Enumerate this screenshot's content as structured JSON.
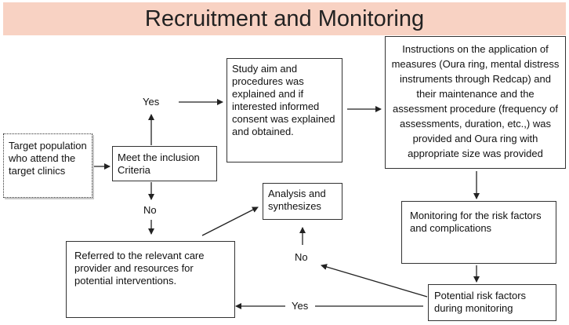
{
  "title": "Recruitment and Monitoring",
  "boxes": {
    "target_population": "Target population who attend the target clinics",
    "meet_criteria": "Meet the inclusion Criteria",
    "study_aim": "Study aim and procedures was explained and if interested informed consent was explained and obtained.",
    "instructions": "Instructions on the application of measures (Oura ring, mental distress instruments through Redcap) and their maintenance and the assessment procedure (frequency of assessments, duration, etc.,) was provided and Oura ring with appropriate size was provided",
    "monitoring": "Monitoring for the risk factors and complications",
    "analysis": "Analysis and synthesizes",
    "referred": "Referred to the relevant care provider and resources for potential interventions.",
    "risk_factors": "Potential risk factors during monitoring"
  },
  "labels": {
    "yes_top": "Yes",
    "no_left": "No",
    "no_right": "No",
    "yes_bottom": "Yes"
  }
}
